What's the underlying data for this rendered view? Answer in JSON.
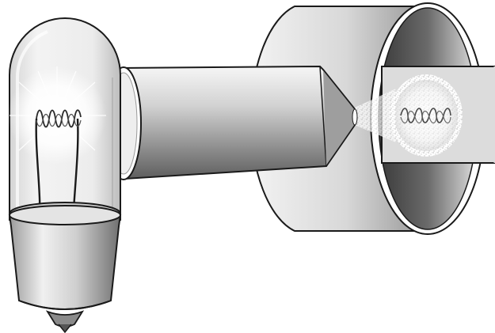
{
  "figure": {
    "components": [
      "light-bulb",
      "tube",
      "cylinder-collar",
      "output-panel",
      "projected-filament-image"
    ],
    "colors": {
      "outline": "#1a1a1a",
      "glass_tint": "#e8e8e8",
      "metal_dark": "#6e6e6e",
      "metal_light": "#f4f4f4",
      "panel": "#dcdcdc",
      "background": "#ffffff"
    }
  }
}
